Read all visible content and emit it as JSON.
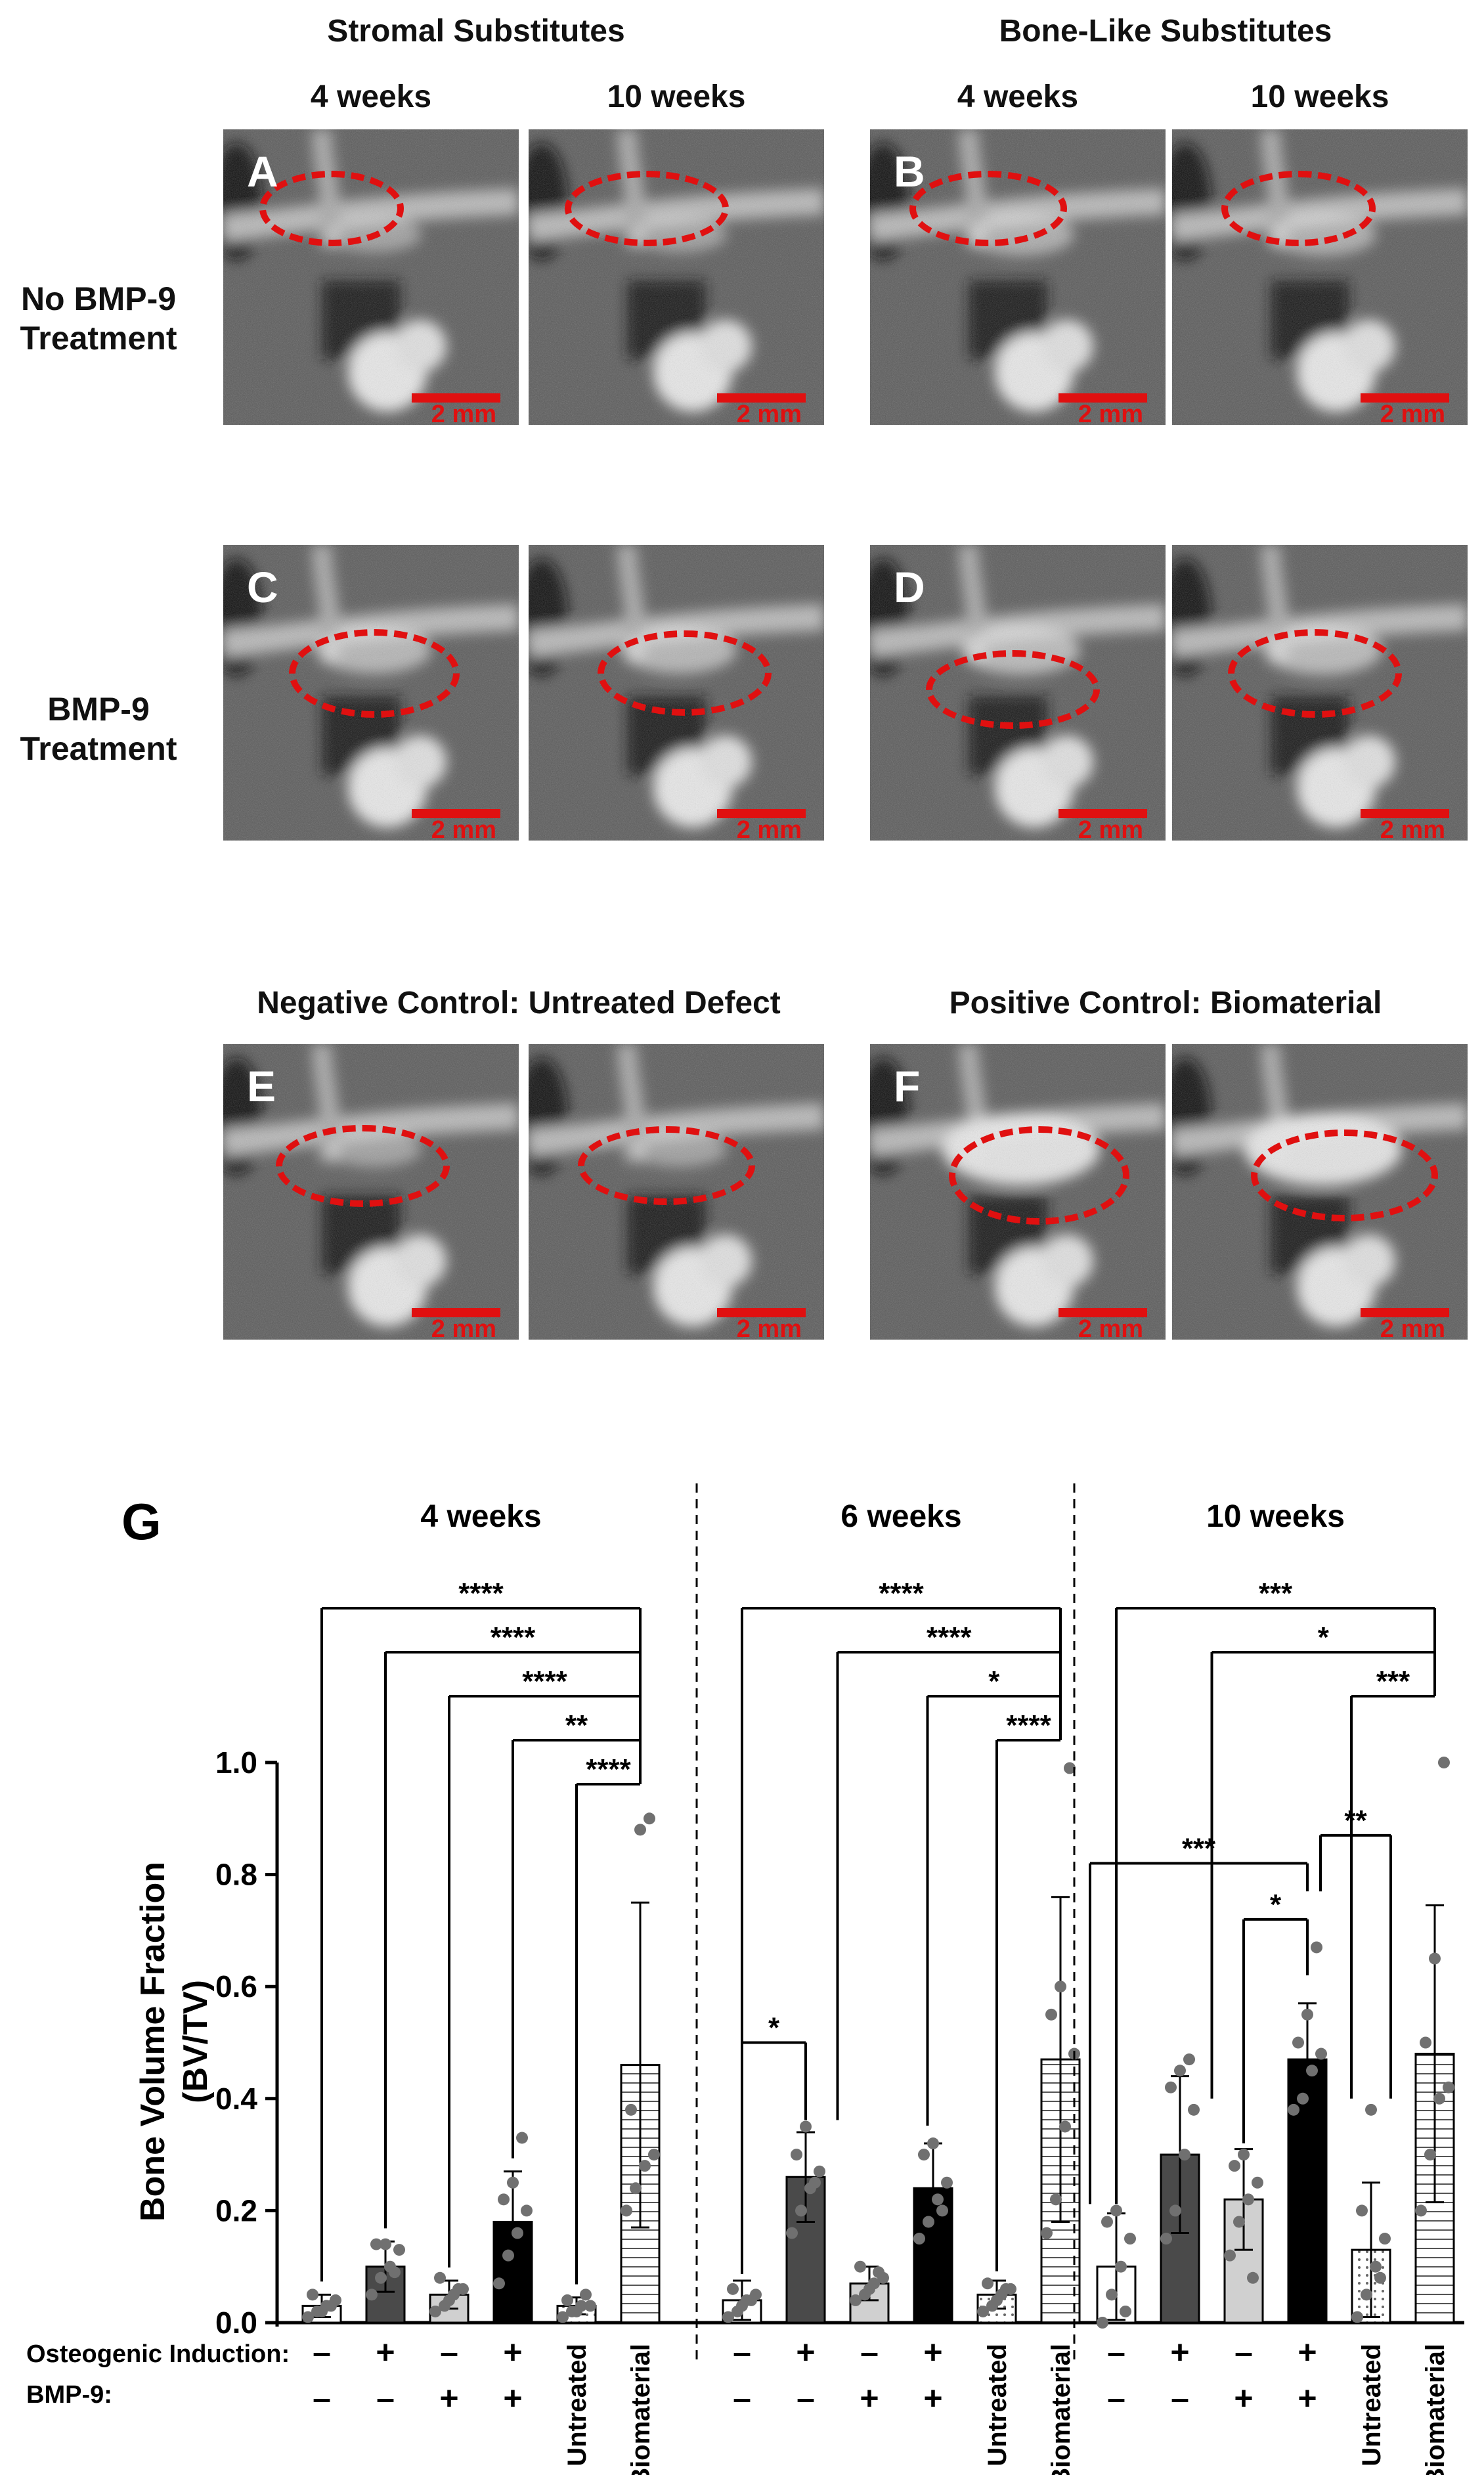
{
  "column_headers": {
    "stromal": "Stromal Substitutes",
    "bone_like": "Bone-Like Substitutes",
    "week4_a": "4 weeks",
    "week10_a": "10 weeks",
    "week4_b": "4 weeks",
    "week10_b": "10 weeks",
    "negative_control": "Negative Control: Untreated Defect",
    "positive_control": "Positive Control: Biomaterial"
  },
  "row_labels": {
    "no_bmp9": "No BMP-9 Treatment",
    "bmp9": "BMP-9 Treatment"
  },
  "panels": [
    {
      "id": "A",
      "letter": "A",
      "scale": "2 mm",
      "second_scale": "2 mm"
    },
    {
      "id": "B",
      "letter": "B",
      "scale": "2 mm",
      "second_scale": "2 mm"
    },
    {
      "id": "C",
      "letter": "C",
      "scale": "2 mm",
      "second_scale": "2 mm"
    },
    {
      "id": "D",
      "letter": "D",
      "scale": "2 mm",
      "second_scale": "2 mm"
    },
    {
      "id": "E",
      "letter": "E",
      "scale": "2 mm",
      "second_scale": "2 mm"
    },
    {
      "id": "F",
      "letter": "F",
      "scale": "2 mm",
      "second_scale": "2 mm"
    }
  ],
  "colors": {
    "accent_red": "#e01010",
    "bar_black": "#000000",
    "bar_dark": "#4a4a4a",
    "bar_light": "#d0d0d0",
    "dot_gray": "#707070"
  },
  "chart_data": {
    "type": "bar",
    "panel_letter": "G",
    "ylabel": "Bone Volume Fraction (BV/TV)",
    "ylim": [
      0,
      1.0
    ],
    "yticks": [
      "0.0",
      "0.2",
      "0.4",
      "0.6",
      "0.8",
      "1.0"
    ],
    "grid": false,
    "row_labels": [
      "Osteogenic Induction:",
      "BMP-9:"
    ],
    "groups": [
      {
        "label": "4 weeks",
        "bars": [
          {
            "osteo": "–",
            "bmp": "–",
            "value": 0.03,
            "sd": 0.02,
            "fill": "white",
            "points": [
              0.01,
              0.02,
              0.03,
              0.04,
              0.05,
              0.02,
              0.03
            ]
          },
          {
            "osteo": "+",
            "bmp": "–",
            "value": 0.1,
            "sd": 0.045,
            "fill": "dark",
            "points": [
              0.05,
              0.08,
              0.1,
              0.13,
              0.14,
              0.14,
              0.09
            ]
          },
          {
            "osteo": "–",
            "bmp": "+",
            "value": 0.05,
            "sd": 0.025,
            "fill": "light",
            "points": [
              0.02,
              0.03,
              0.05,
              0.06,
              0.08,
              0.04,
              0.06
            ]
          },
          {
            "osteo": "+",
            "bmp": "+",
            "value": 0.18,
            "sd": 0.09,
            "fill": "black",
            "points": [
              0.07,
              0.12,
              0.16,
              0.2,
              0.22,
              0.25,
              0.33
            ]
          },
          {
            "label": "Untreated",
            "value": 0.03,
            "sd": 0.015,
            "fill": "dots",
            "points": [
              0.01,
              0.02,
              0.03,
              0.03,
              0.04,
              0.02,
              0.05
            ]
          },
          {
            "label": "Biomaterial",
            "value": 0.46,
            "sd": 0.29,
            "fill": "hlines",
            "points": [
              0.2,
              0.24,
              0.28,
              0.3,
              0.38,
              0.88,
              0.9
            ]
          }
        ],
        "significance": [
          {
            "from": 0,
            "to": 5,
            "stars": "****"
          },
          {
            "from": 1,
            "to": 5,
            "stars": "****"
          },
          {
            "from": 2,
            "to": 5,
            "stars": "****"
          },
          {
            "from": 3,
            "to": 5,
            "stars": "**"
          },
          {
            "from": 4,
            "to": 5,
            "stars": "****"
          }
        ]
      },
      {
        "label": "6 weeks",
        "bars": [
          {
            "osteo": "–",
            "bmp": "–",
            "value": 0.04,
            "sd": 0.035,
            "fill": "white",
            "points": [
              0.01,
              0.02,
              0.04,
              0.05,
              0.06,
              0.03,
              0.04
            ]
          },
          {
            "osteo": "+",
            "bmp": "–",
            "value": 0.26,
            "sd": 0.08,
            "fill": "dark",
            "points": [
              0.16,
              0.2,
              0.24,
              0.27,
              0.3,
              0.35,
              0.25
            ]
          },
          {
            "osteo": "–",
            "bmp": "+",
            "value": 0.07,
            "sd": 0.03,
            "fill": "light",
            "points": [
              0.04,
              0.05,
              0.07,
              0.08,
              0.1,
              0.06,
              0.09
            ]
          },
          {
            "osteo": "+",
            "bmp": "+",
            "value": 0.24,
            "sd": 0.08,
            "fill": "black",
            "points": [
              0.15,
              0.18,
              0.22,
              0.25,
              0.3,
              0.32,
              0.2
            ]
          },
          {
            "label": "Untreated",
            "value": 0.05,
            "sd": 0.025,
            "fill": "dots",
            "points": [
              0.02,
              0.03,
              0.05,
              0.06,
              0.07,
              0.04,
              0.06
            ]
          },
          {
            "label": "Biomaterial",
            "value": 0.47,
            "sd": 0.29,
            "fill": "hlines",
            "points": [
              0.16,
              0.22,
              0.35,
              0.48,
              0.55,
              0.6,
              0.99
            ]
          }
        ],
        "significance": [
          {
            "from": 0,
            "to": 1,
            "stars": "*"
          },
          {
            "from": 0,
            "to": 5,
            "stars": "****"
          },
          {
            "from": 3,
            "to": 5,
            "stars": "****"
          },
          {
            "from": 4,
            "to": 5,
            "stars": "*"
          },
          {
            "from": 4,
            "to": 5,
            "stars": "****"
          }
        ]
      },
      {
        "label": "10 weeks",
        "bars": [
          {
            "osteo": "–",
            "bmp": "–",
            "value": 0.1,
            "sd": 0.095,
            "fill": "white",
            "points": [
              0.0,
              0.05,
              0.1,
              0.15,
              0.18,
              0.2,
              0.02
            ]
          },
          {
            "osteo": "+",
            "bmp": "–",
            "value": 0.3,
            "sd": 0.14,
            "fill": "dark",
            "points": [
              0.15,
              0.2,
              0.3,
              0.38,
              0.42,
              0.45,
              0.47
            ]
          },
          {
            "osteo": "–",
            "bmp": "+",
            "value": 0.22,
            "sd": 0.09,
            "fill": "light",
            "points": [
              0.12,
              0.18,
              0.22,
              0.25,
              0.28,
              0.3,
              0.08
            ]
          },
          {
            "osteo": "+",
            "bmp": "+",
            "value": 0.47,
            "sd": 0.1,
            "fill": "black",
            "points": [
              0.38,
              0.4,
              0.45,
              0.48,
              0.5,
              0.55,
              0.67
            ]
          },
          {
            "label": "Untreated",
            "value": 0.13,
            "sd": 0.12,
            "fill": "dots",
            "points": [
              0.01,
              0.05,
              0.1,
              0.15,
              0.2,
              0.38,
              0.08
            ]
          },
          {
            "label": "Biomaterial",
            "value": 0.48,
            "sd": 0.265,
            "fill": "hlines",
            "points": [
              0.2,
              0.3,
              0.4,
              0.42,
              0.5,
              0.65,
              1.0
            ]
          }
        ],
        "significance": [
          {
            "from": 0,
            "to": 5,
            "stars": "***"
          },
          {
            "from": 2,
            "to": 5,
            "stars": "*"
          },
          {
            "from": 4,
            "to": 5,
            "stars": "***"
          },
          {
            "from": 3,
            "to": 4,
            "stars": "**"
          },
          {
            "from": 0,
            "to": 3,
            "stars": "***"
          },
          {
            "from": 2,
            "to": 3,
            "stars": "*"
          }
        ]
      }
    ]
  }
}
